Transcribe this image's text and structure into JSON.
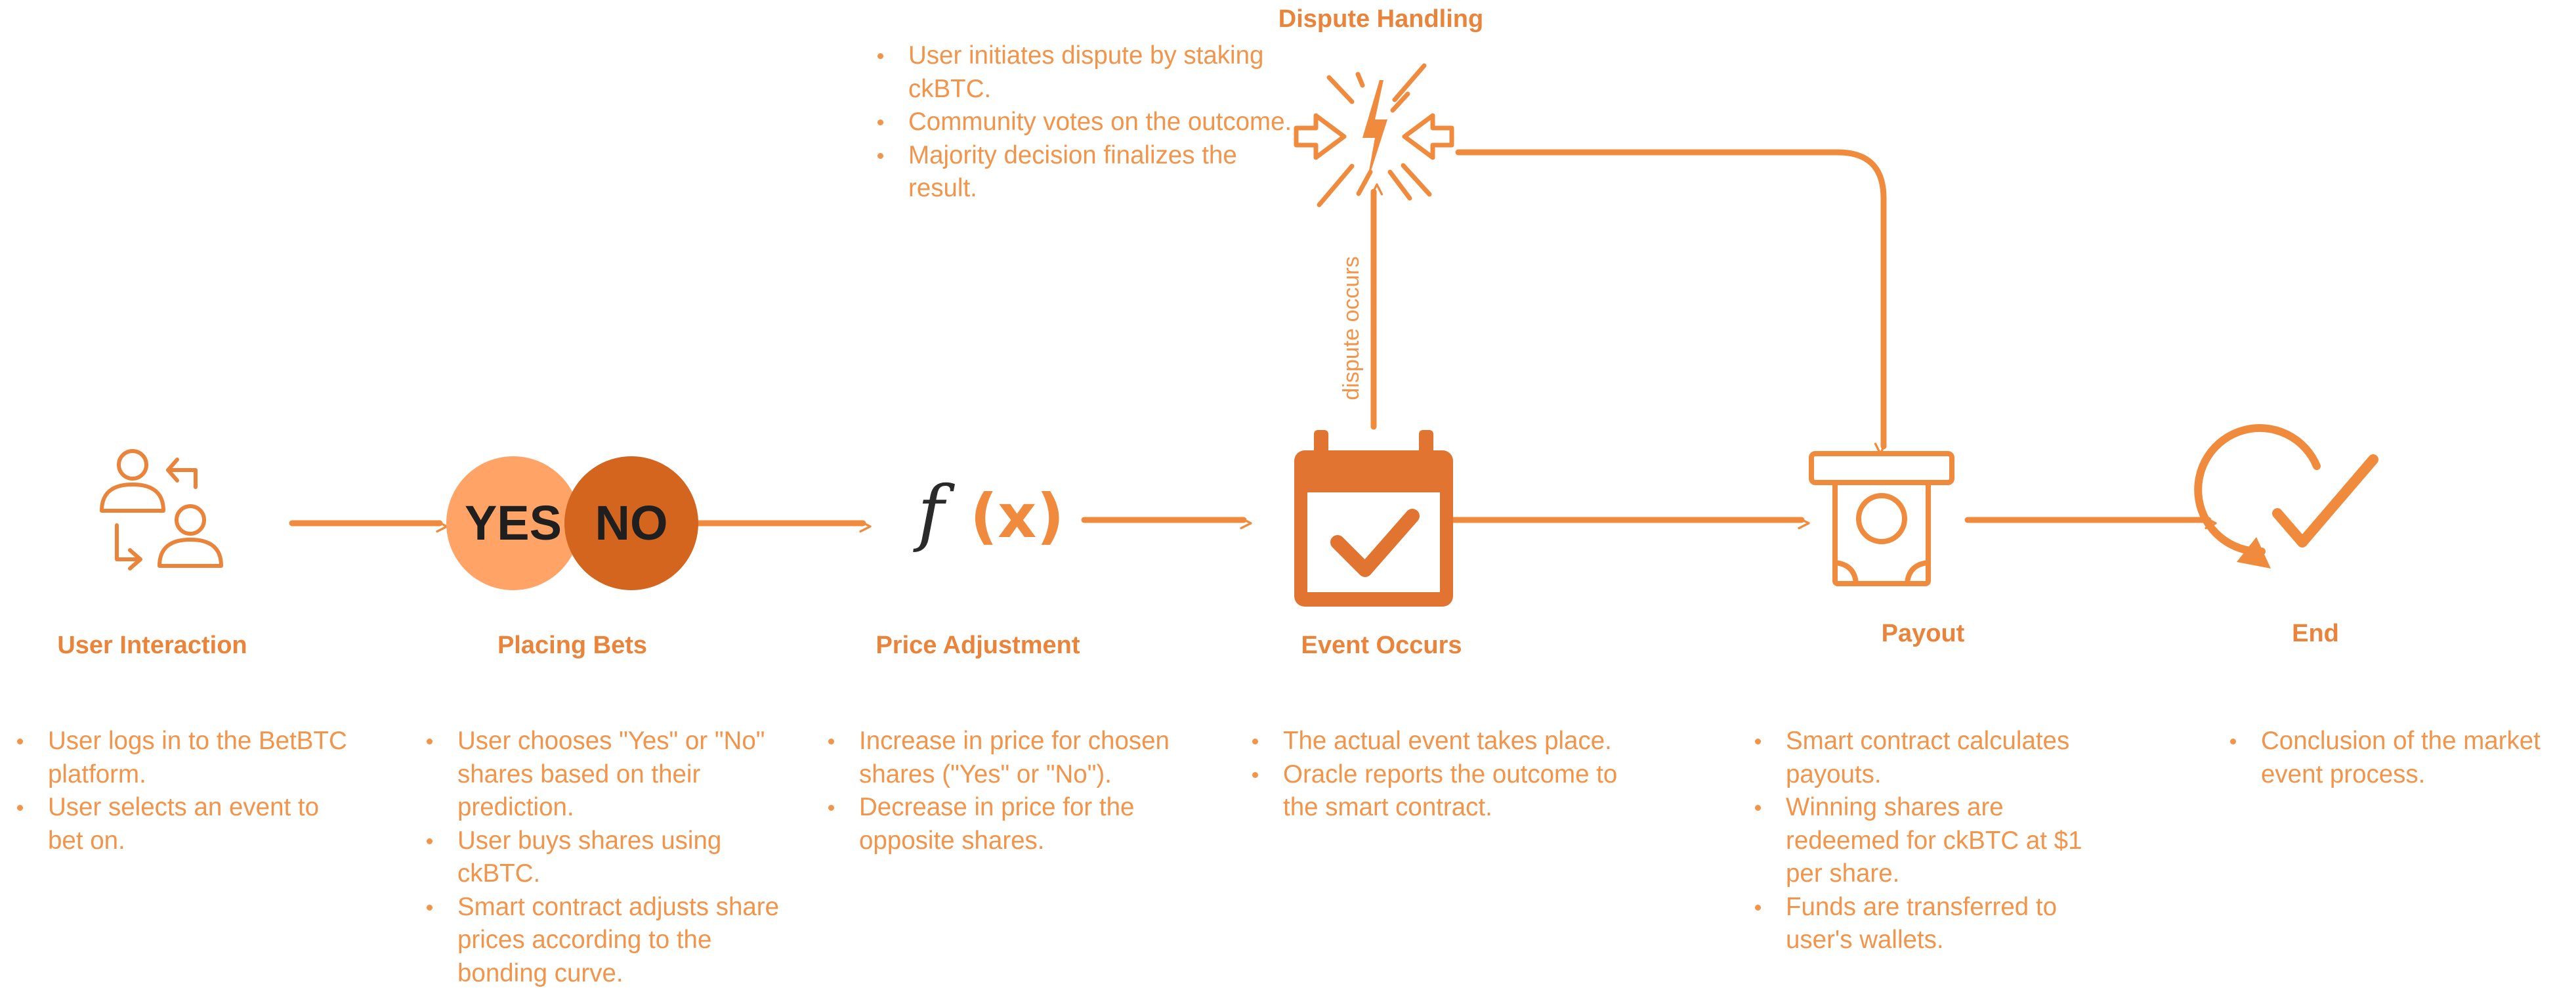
{
  "colors": {
    "accent": "#f08b3e",
    "accent_dark": "#e07430",
    "yes_circle": "#ffa366",
    "no_circle": "#d3651e",
    "text_dark": "#1f1f1f"
  },
  "dispute": {
    "title": "Dispute Handling",
    "icon": "lightning-burst-icon",
    "bullets": [
      "User initiates dispute by staking ckBTC.",
      "Community votes on the outcome.",
      "Majority decision finalizes the result."
    ],
    "arrow_label": "dispute occurs"
  },
  "steps": [
    {
      "id": "user-interaction",
      "title": "User Interaction",
      "icon": "users-exchange-icon",
      "bullets": [
        "User logs in to the BetBTC platform.",
        "User selects an event to bet on."
      ]
    },
    {
      "id": "placing-bets",
      "title": "Placing Bets",
      "icon": "yes-no-icon",
      "yes_label": "YES",
      "no_label": "NO",
      "bullets": [
        "User chooses \"Yes\" or \"No\" shares based on their prediction.",
        "User buys shares using ckBTC.",
        "Smart contract adjusts share prices according to the bonding curve."
      ]
    },
    {
      "id": "price-adjustment",
      "title": "Price Adjustment",
      "icon": "function-icon",
      "func_f": "f",
      "func_x": "(x)",
      "bullets": [
        "Increase in price for chosen shares (\"Yes\" or \"No\").",
        "Decrease in price for the opposite shares."
      ]
    },
    {
      "id": "event-occurs",
      "title": "Event Occurs",
      "icon": "calendar-check-icon",
      "bullets": [
        "The actual event takes place.",
        "Oracle reports the outcome to the smart contract."
      ]
    },
    {
      "id": "payout",
      "title": "Payout",
      "icon": "cash-dispense-icon",
      "bullets": [
        "Smart contract calculates payouts.",
        "Winning shares are redeemed for ckBTC at $1 per share.",
        "Funds are transferred to user's wallets."
      ]
    },
    {
      "id": "end",
      "title": "End",
      "icon": "check-cycle-icon",
      "bullets": [
        "Conclusion of the market event process."
      ]
    }
  ]
}
